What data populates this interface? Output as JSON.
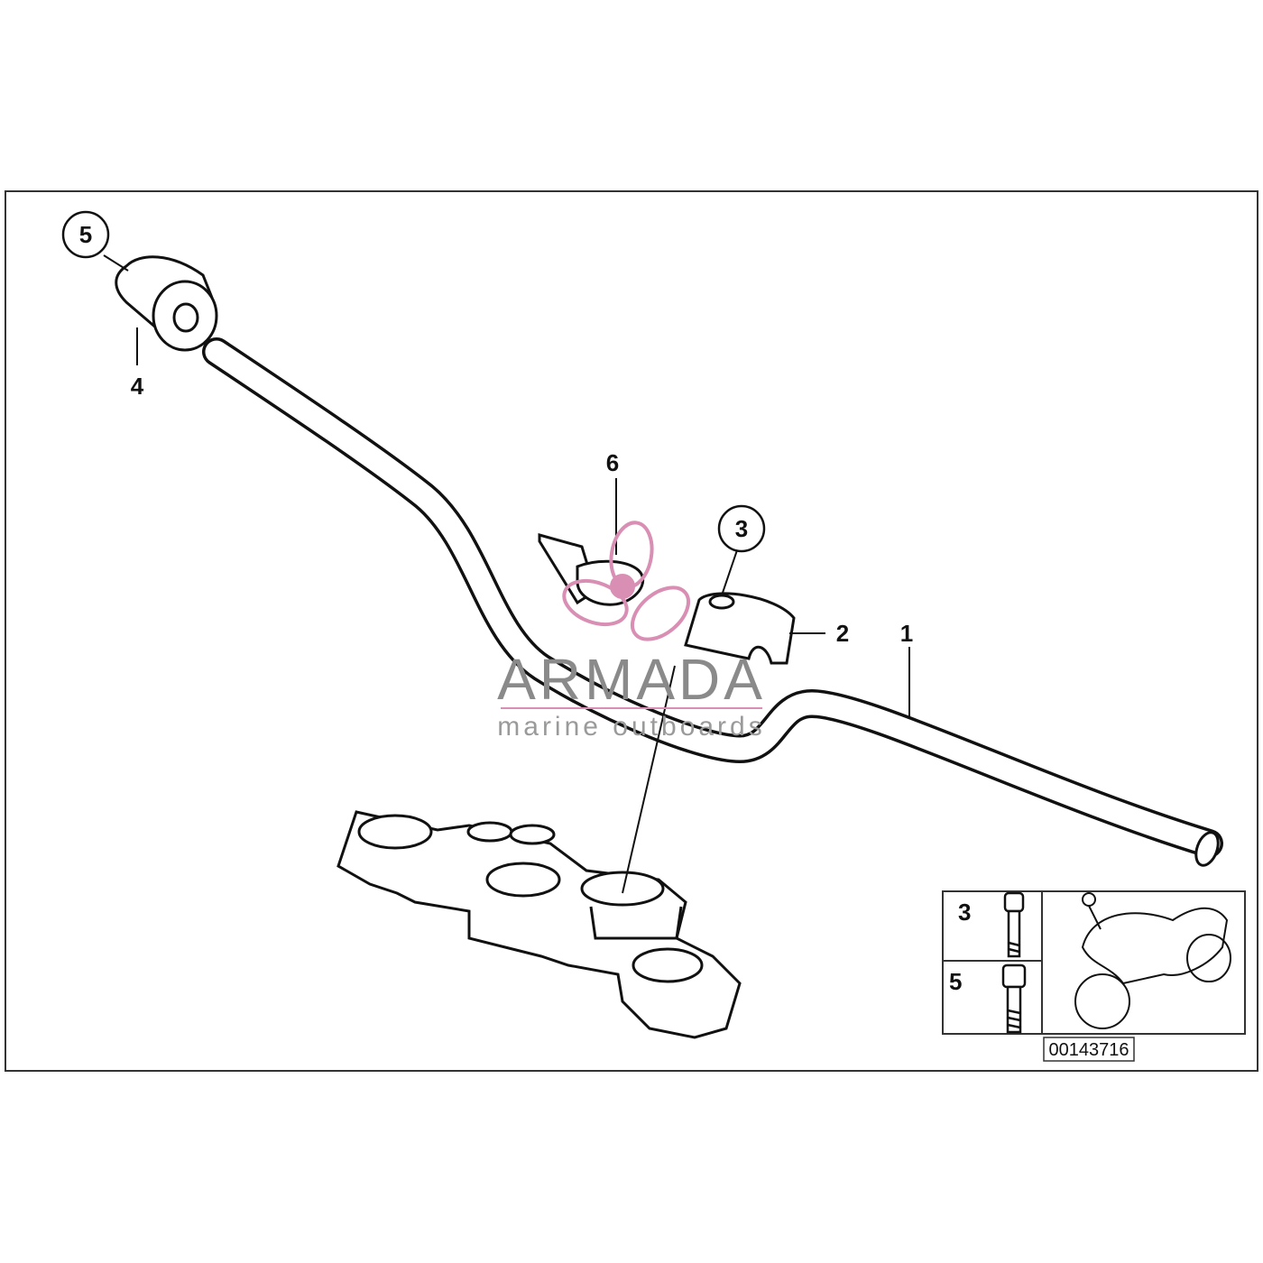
{
  "callouts": {
    "c1": "1",
    "c2": "2",
    "c3": "3",
    "c4": "4",
    "c5": "5",
    "c6": "6"
  },
  "legend": {
    "row_a": "3",
    "row_b": "5",
    "diagram_id": "00143716"
  },
  "watermark": {
    "title": "ARMADA",
    "subtitle": "marine outboards",
    "color": "#d98fb4"
  },
  "icons": {
    "handlebar": "handlebar-icon",
    "clamp": "clamp-icon",
    "bar-end-weight": "bar-end-weight-icon",
    "triple-clamp": "triple-clamp-icon",
    "bolt": "bolt-icon",
    "motorcycle": "motorcycle-icon",
    "propeller": "propeller-icon"
  }
}
